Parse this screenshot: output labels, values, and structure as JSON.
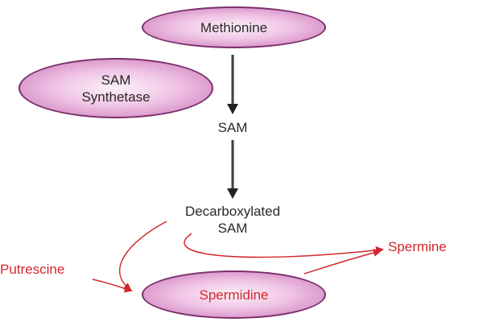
{
  "nodes": {
    "methionine": "Methionine",
    "sam_synthetase": "SAM\nSynthetase",
    "spermidine": "Spermidine"
  },
  "labels": {
    "sam": "SAM",
    "decarboxylated_sam": "Decarboxylated\nSAM",
    "putrescine": "Putrescine",
    "spermine": "Spermine"
  },
  "colors": {
    "node_fill": "#efc3e4",
    "node_border": "#7a2f6b",
    "main_arrow": "#222222",
    "main_arrow_outline": "#9a9a9a",
    "branch_arrow": "#d4262c",
    "text": "#2a2a2a",
    "branch_text": "#d4262c"
  }
}
